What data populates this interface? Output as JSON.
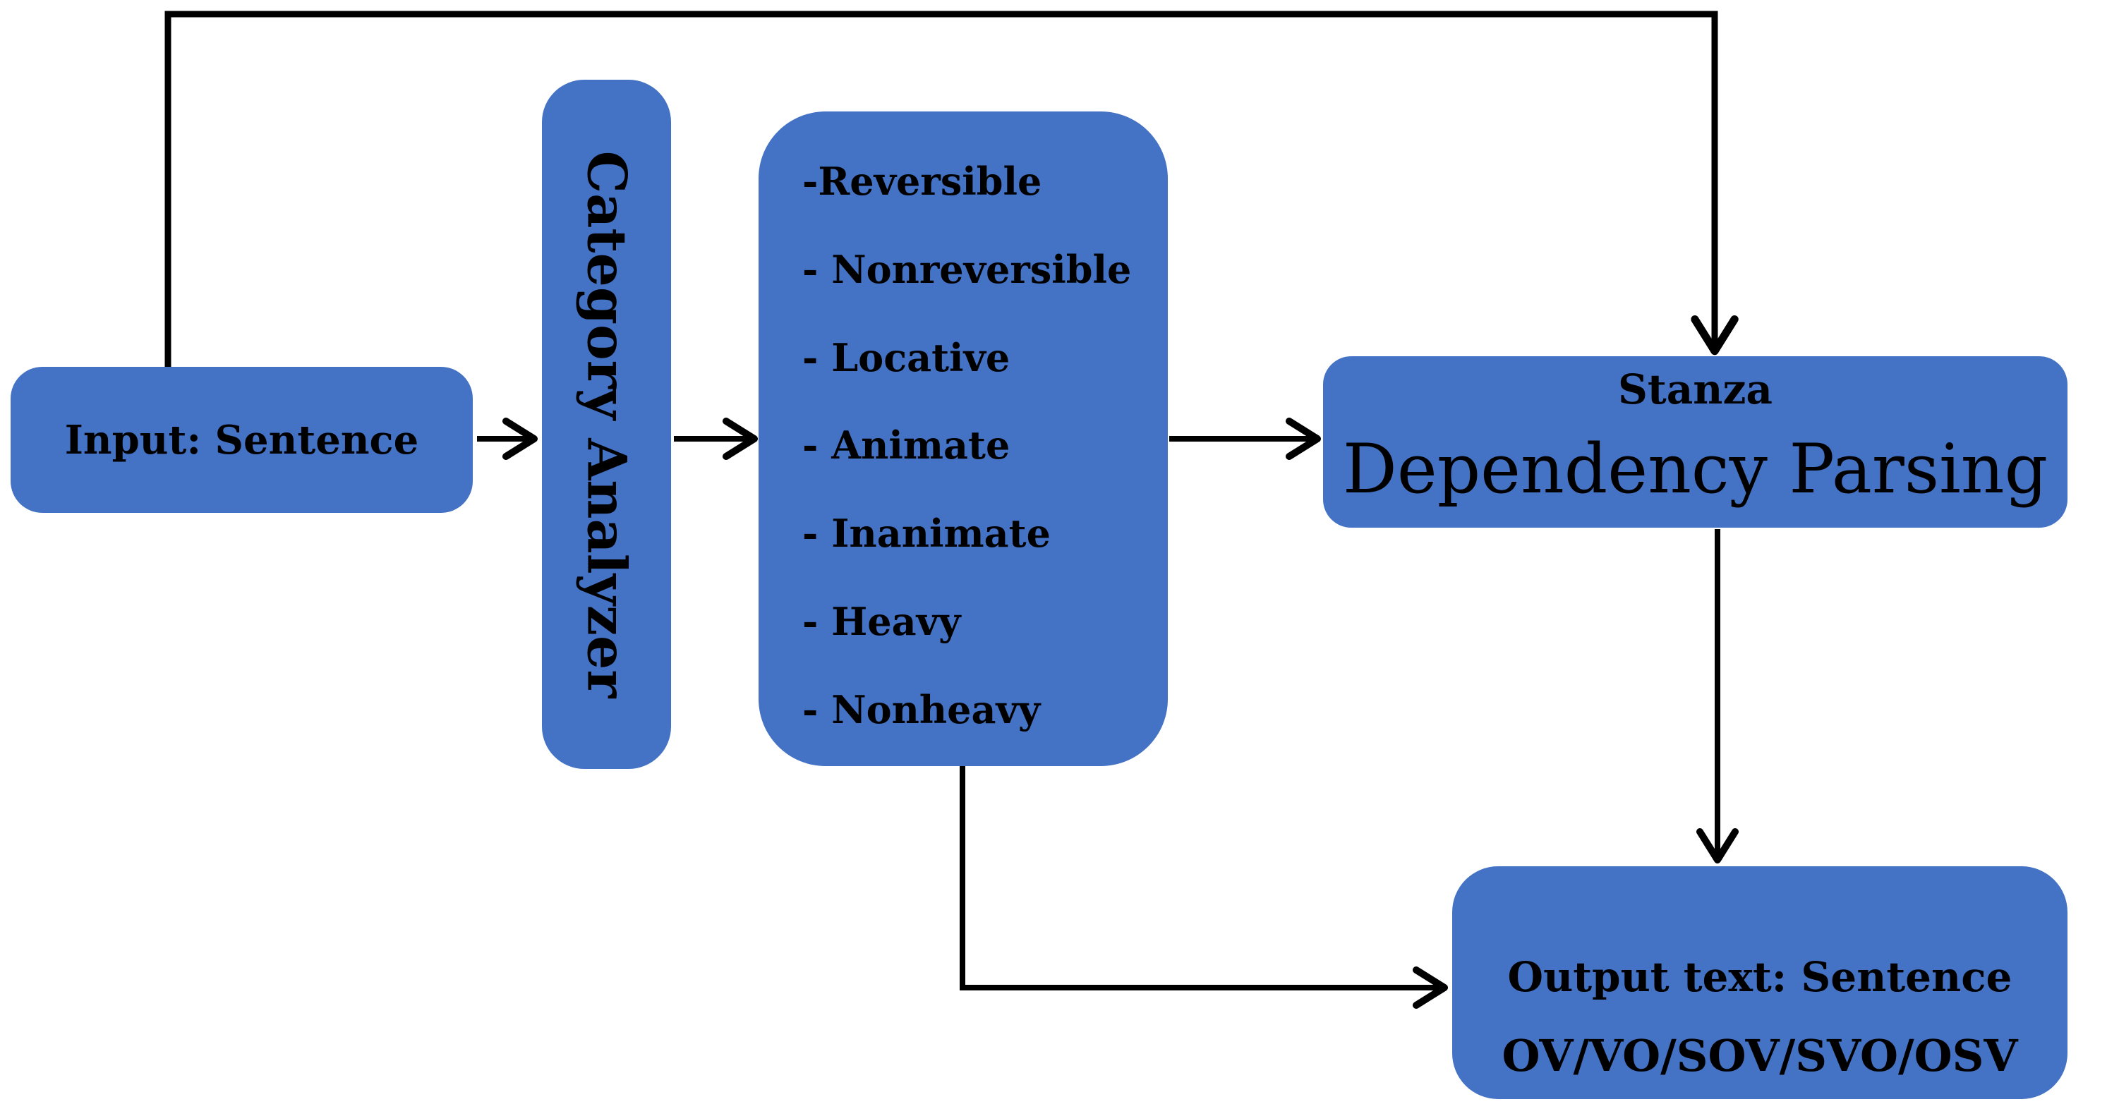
{
  "diagram": {
    "input": {
      "label": "Input: Sentence"
    },
    "category_analyzer": {
      "label": "Category Analyzer"
    },
    "categories": {
      "items": [
        "-Reversible",
        "- Nonreversible",
        "- Locative",
        "- Animate",
        "- Inanimate",
        "- Heavy",
        "- Nonheavy"
      ]
    },
    "dependency_parsing": {
      "title": "Stanza",
      "subtitle": "Dependency Parsing"
    },
    "output": {
      "line1": "Output text: Sentence",
      "line2": "OV/VO/SOV/SVO/OSV"
    }
  },
  "colors": {
    "node_fill": "#4472C4",
    "connector": "#000000",
    "text": "#000000",
    "background": "#FFFFFF"
  }
}
